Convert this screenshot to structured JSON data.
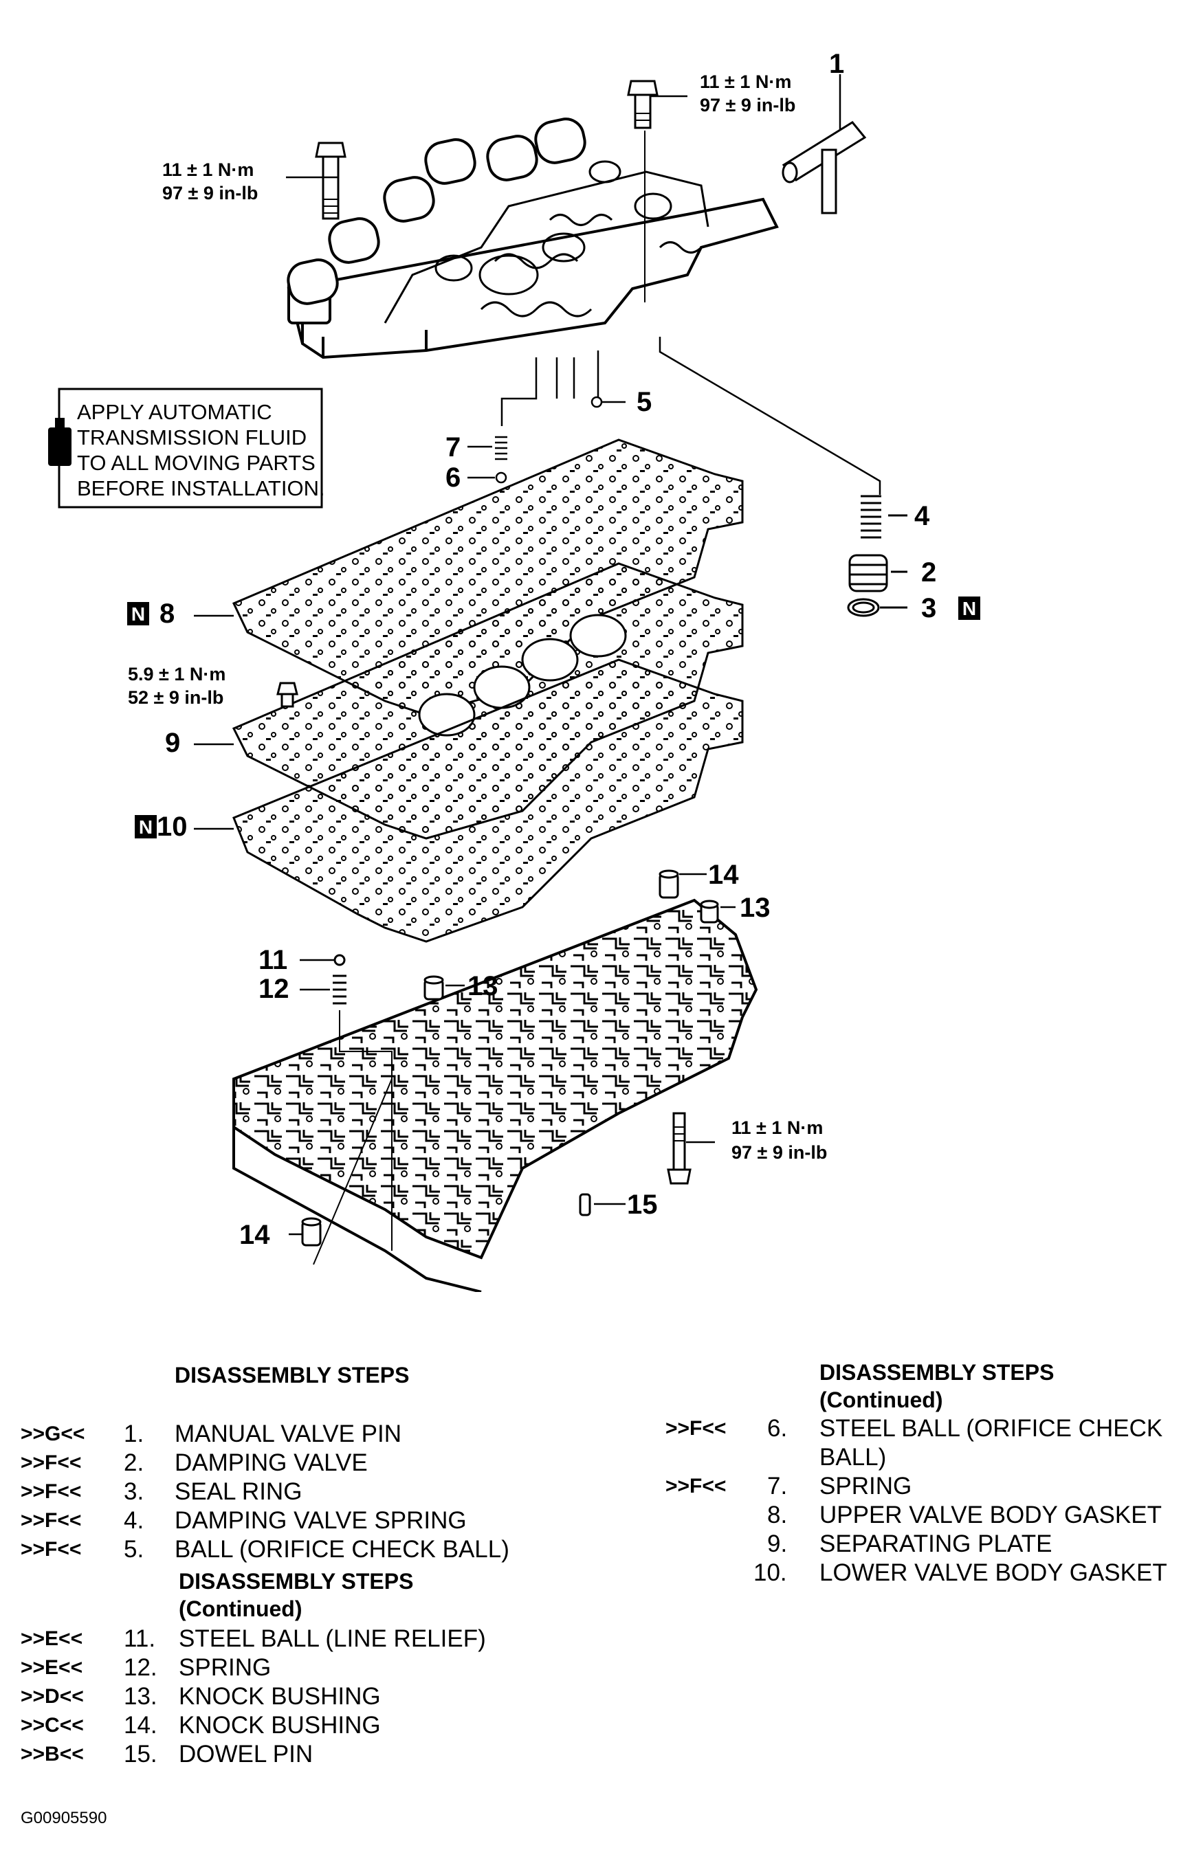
{
  "note": {
    "lines": [
      "APPLY AUTOMATIC",
      "TRANSMISSION FLUID",
      "TO ALL MOVING PARTS",
      "BEFORE INSTALLATION."
    ]
  },
  "torque": {
    "a": [
      "11 ± 1 N·m",
      "97 ± 9 in-lb"
    ],
    "b": [
      "11 ± 1 N·m",
      "97 ± 9 in-lb"
    ],
    "c": [
      "5.9 ± 1 N·m",
      "52 ± 9 in-lb"
    ],
    "d": [
      "11 ± 1 N·m",
      "97 ± 9 in-lb"
    ]
  },
  "callouts": {
    "c1": "1",
    "c2": "2",
    "c3": "3",
    "c4": "4",
    "c5": "5",
    "c6": "6",
    "c7": "7",
    "c8": "8",
    "c9": "9",
    "c10": "10",
    "c11": "11",
    "c12": "12",
    "c13a": "13",
    "c13b": "13",
    "c14a": "14",
    "c14b": "14",
    "c15": "15"
  },
  "new_part_mark": "N",
  "steps": {
    "col1": {
      "header": "DISASSEMBLY STEPS",
      "items": [
        {
          "code": ">>G<<",
          "num": "1.",
          "label": "MANUAL VALVE PIN"
        },
        {
          "code": ">>F<<",
          "num": "2.",
          "label": "DAMPING VALVE"
        },
        {
          "code": ">>F<<",
          "num": "3.",
          "label": "SEAL RING"
        },
        {
          "code": ">>F<<",
          "num": "4.",
          "label": "DAMPING VALVE SPRING"
        },
        {
          "code": ">>F<<",
          "num": "5.",
          "label": "BALL (ORIFICE CHECK BALL)"
        }
      ]
    },
    "col1b": {
      "header": [
        "DISASSEMBLY STEPS",
        "(Continued)"
      ],
      "items": [
        {
          "code": ">>E<<",
          "num": "11.",
          "label": "STEEL BALL (LINE RELIEF)"
        },
        {
          "code": ">>E<<",
          "num": "12.",
          "label": "SPRING"
        },
        {
          "code": ">>D<<",
          "num": "13.",
          "label": "KNOCK BUSHING"
        },
        {
          "code": ">>C<<",
          "num": "14.",
          "label": "KNOCK BUSHING"
        },
        {
          "code": ">>B<<",
          "num": "15.",
          "label": "DOWEL PIN"
        }
      ]
    },
    "col2": {
      "header": [
        "DISASSEMBLY STEPS",
        "(Continued)"
      ],
      "items": [
        {
          "code": ">>F<<",
          "num": "6.",
          "label": "STEEL BALL (ORIFICE CHECK",
          "label2": "BALL)"
        },
        {
          "code": ">>F<<",
          "num": "7.",
          "label": "SPRING"
        },
        {
          "code": "",
          "num": "8.",
          "label": "UPPER VALVE BODY GASKET"
        },
        {
          "code": "",
          "num": "9.",
          "label": "SEPARATING PLATE"
        },
        {
          "code": "",
          "num": "10.",
          "label": "LOWER VALVE BODY GASKET"
        }
      ]
    }
  },
  "figure_id": "G00905590"
}
